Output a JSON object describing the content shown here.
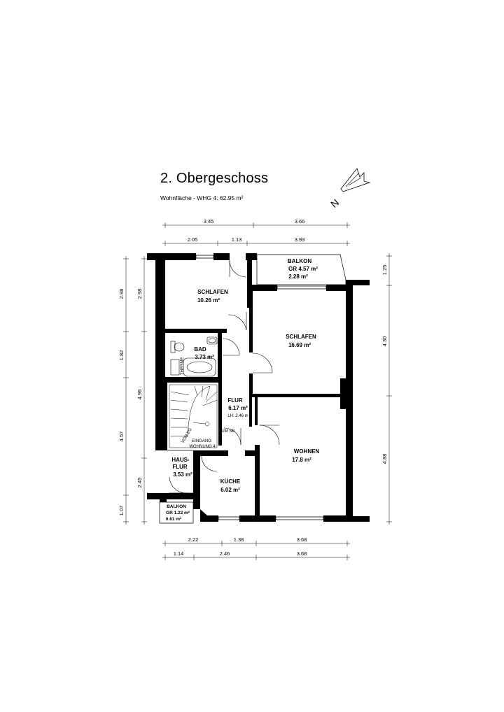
{
  "header": {
    "title": "2. Obergeschoss",
    "subtitle": "Wohnfläche - WHG 4: 62.95 m²"
  },
  "north_arrow": {
    "label": "N",
    "icon": "north-arrow-icon"
  },
  "rooms": {
    "schlafen1": {
      "name": "SCHLAFEN",
      "area": "10.26 m²"
    },
    "schlafen2": {
      "name": "SCHLAFEN",
      "area": "16.69 m²"
    },
    "bad": {
      "name": "BAD",
      "area": "3.73 m²"
    },
    "therme": {
      "name": "THERME"
    },
    "flur": {
      "name": "FLUR",
      "area": "6.17 m²",
      "height": "LH: 2.46 m"
    },
    "wohnen": {
      "name": "WOHNEN",
      "area": "17.8 m²"
    },
    "kueche": {
      "name": "KÜCHE",
      "area": "6.02 m²"
    },
    "hausflur": {
      "name_line1": "HAUS-",
      "name_line2": "FLUR",
      "area": "3.53 m²"
    },
    "balkon_top": {
      "name": "BALKON",
      "gross": "GR 4.57 m²",
      "net": "2.28 m²"
    },
    "balkon_bottom": {
      "name": "BALKON",
      "gross": "GR 1.22 m²",
      "net": "0.61 m²"
    }
  },
  "annotations": {
    "zum_sb": "ZUM SB",
    "eingang_line1": "EINGANG",
    "eingang_line2": "WOHNUNG 4",
    "vom_eg": "VOM EG"
  },
  "dimensions": {
    "top_row1": [
      "3.45",
      "3.66"
    ],
    "top_row2": [
      "2.05",
      "1.13",
      "3.93"
    ],
    "left_outer": [
      "2.98",
      "1.82",
      "4.57",
      "1.07"
    ],
    "left_inner": [
      "2.98",
      "4.96",
      "2.45"
    ],
    "right": [
      "1.25",
      "4.30",
      "4.88"
    ],
    "bottom_row1": [
      "2.22",
      "1.38",
      "3.68"
    ],
    "bottom_row2": [
      "1.14",
      "2.46",
      "3.68"
    ]
  }
}
